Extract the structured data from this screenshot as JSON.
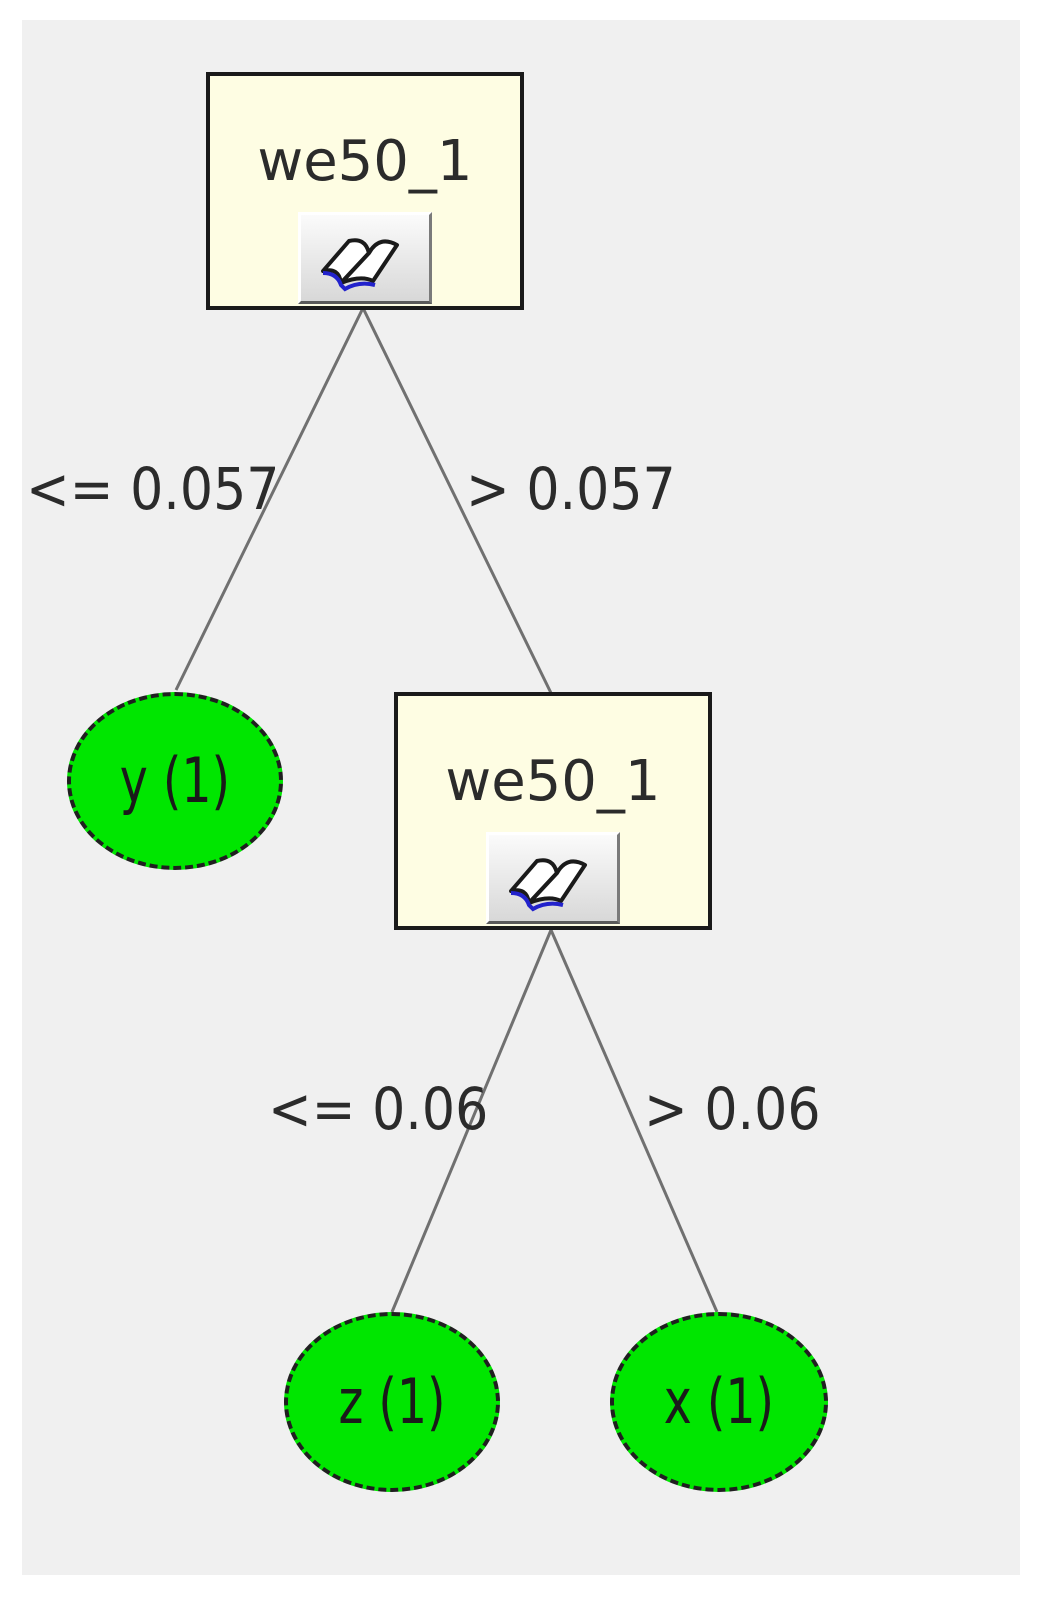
{
  "tree": {
    "root": {
      "label": "we50_1",
      "left_edge_label": "<= 0.057",
      "right_edge_label": "> 0.057"
    },
    "leaf_y": {
      "label": "y (1)"
    },
    "inner": {
      "label": "we50_1",
      "left_edge_label": "<= 0.06",
      "right_edge_label": "> 0.06"
    },
    "leaf_z": {
      "label": "z (1)"
    },
    "leaf_x": {
      "label": "x (1)"
    }
  },
  "colors": {
    "canvas_background": "#f0f0f0",
    "decision_fill": "#fefde3",
    "leaf_fill": "#00e600",
    "edge_line": "#707070"
  },
  "icons": {
    "details_button_icon": "open-book-icon"
  }
}
